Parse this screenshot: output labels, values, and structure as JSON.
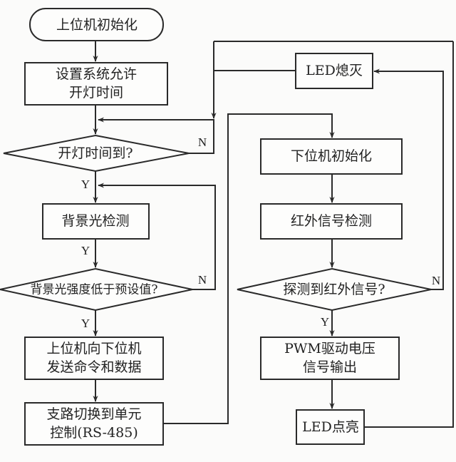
{
  "diagram": {
    "type": "flowchart",
    "nodes": {
      "host_init": {
        "kind": "terminal",
        "lines": [
          "上位机初始化"
        ]
      },
      "set_time": {
        "kind": "process",
        "lines": [
          "设置系统允许",
          "开灯时间"
        ]
      },
      "time_reached": {
        "kind": "decision",
        "lines": [
          "开灯时间到?"
        ]
      },
      "bg_detect": {
        "kind": "process",
        "lines": [
          "背景光检测"
        ]
      },
      "bg_low": {
        "kind": "decision",
        "lines": [
          "背景光强度低于预设值?"
        ]
      },
      "send_cmd": {
        "kind": "process",
        "lines": [
          "上位机向下位机",
          "发送命令和数据"
        ]
      },
      "switch_branch": {
        "kind": "process",
        "lines": [
          "支路切换到单元",
          "控制(RS-485)"
        ]
      },
      "led_off": {
        "kind": "process",
        "lines": [
          "LED熄灭"
        ]
      },
      "slave_init": {
        "kind": "process",
        "lines": [
          "下位机初始化"
        ]
      },
      "ir_detect": {
        "kind": "process",
        "lines": [
          "红外信号检测"
        ]
      },
      "ir_found": {
        "kind": "decision",
        "lines": [
          "探测到红外信号?"
        ]
      },
      "pwm_out": {
        "kind": "process",
        "lines": [
          "PWM驱动电压",
          "信号输出"
        ]
      },
      "led_on": {
        "kind": "process",
        "lines": [
          "LED点亮"
        ]
      }
    },
    "edges": [
      {
        "from": "host_init",
        "to": "set_time",
        "label": ""
      },
      {
        "from": "set_time",
        "to": "time_reached",
        "label": ""
      },
      {
        "from": "time_reached",
        "to": "bg_detect",
        "label": "Y"
      },
      {
        "from": "time_reached",
        "to": "time_reached",
        "label": "N"
      },
      {
        "from": "bg_detect",
        "to": "bg_low",
        "label": "Y"
      },
      {
        "from": "bg_low",
        "to": "bg_detect",
        "label": "N"
      },
      {
        "from": "bg_low",
        "to": "send_cmd",
        "label": "Y"
      },
      {
        "from": "send_cmd",
        "to": "switch_branch",
        "label": ""
      },
      {
        "from": "switch_branch",
        "to": "slave_init",
        "label": ""
      },
      {
        "from": "slave_init",
        "to": "ir_detect",
        "label": ""
      },
      {
        "from": "ir_detect",
        "to": "ir_found",
        "label": ""
      },
      {
        "from": "ir_found",
        "to": "pwm_out",
        "label": "Y"
      },
      {
        "from": "ir_found",
        "to": "led_off",
        "label": "N"
      },
      {
        "from": "pwm_out",
        "to": "led_on",
        "label": ""
      },
      {
        "from": "led_on",
        "to": "time_reached",
        "label": ""
      },
      {
        "from": "led_off",
        "to": "time_reached",
        "label": ""
      }
    ],
    "labels": {
      "yes": "Y",
      "no": "N"
    }
  }
}
